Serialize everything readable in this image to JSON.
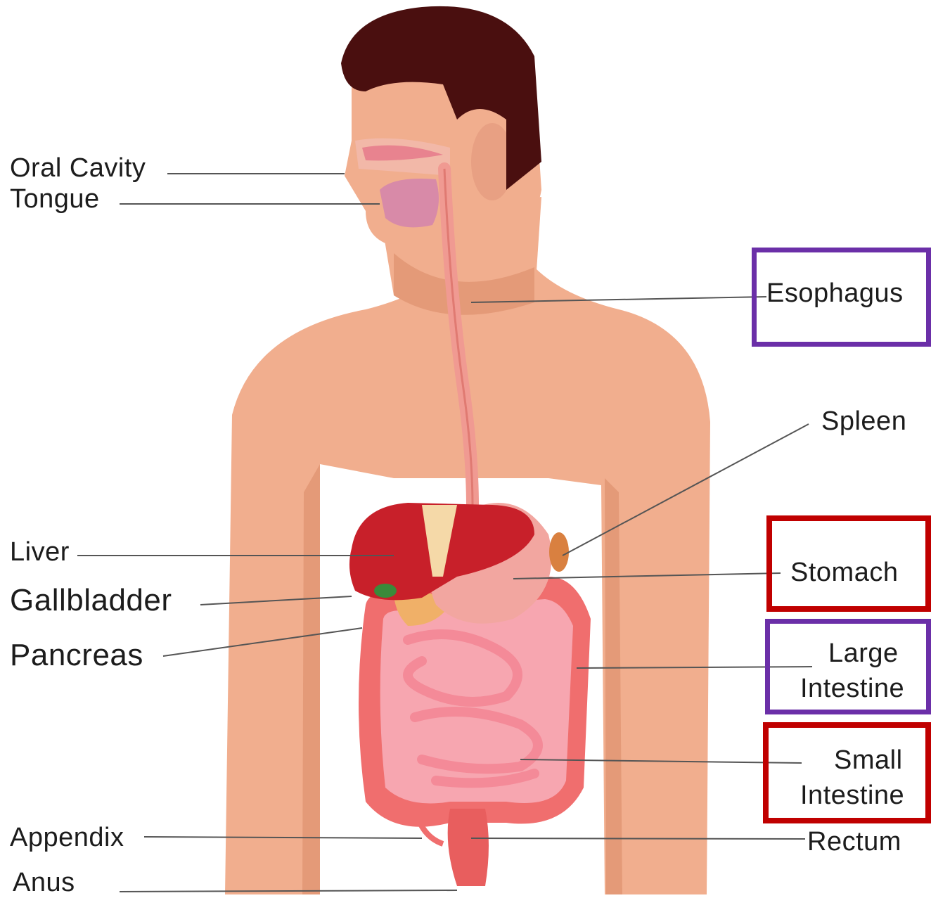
{
  "labels": {
    "oral_cavity": "Oral Cavity",
    "tongue": "Tongue",
    "esophagus": "Esophagus",
    "spleen": "Spleen",
    "liver": "Liver",
    "gallbladder": "Gallbladder",
    "pancreas": "Pancreas",
    "stomach": "Stomach",
    "large_intestine_1": "Large",
    "large_intestine_2": "Intestine",
    "small_intestine_1": "Small",
    "small_intestine_2": "Intestine",
    "appendix": "Appendix",
    "rectum": "Rectum",
    "anus": "Anus"
  },
  "highlight_colors": {
    "purple": "#6b2fa8",
    "red": "#c00000"
  },
  "colors": {
    "skin": "#f1ae8e",
    "skin_shadow": "#e49a78",
    "hair": "#4a0f0f",
    "liver": "#c8202a",
    "stomach": "#f2a6a0",
    "intestine": "#f06e6e",
    "small_intestine": "#f7a6b0",
    "esophagus": "#f09a92",
    "leader_line": "#555555"
  }
}
